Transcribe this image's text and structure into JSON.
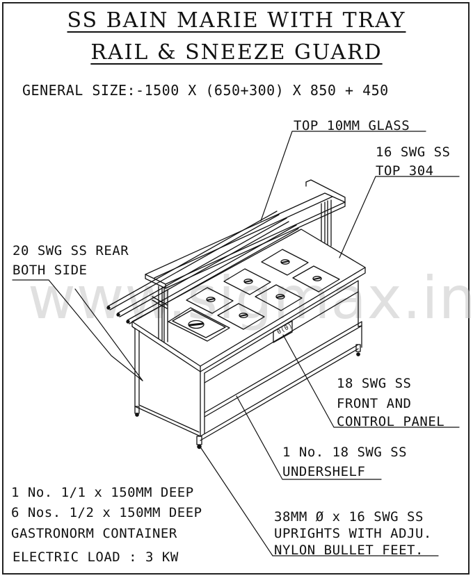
{
  "title": {
    "line1": "SS BAIN MARIE WITH TRAY",
    "line2": "RAIL & SNEEZE GUARD"
  },
  "general_size": "GENERAL SIZE:-1500 X (650+300) X 850 + 450",
  "labels": {
    "top_glass": "TOP 10MM GLASS",
    "top_ss_1": "16 SWG SS",
    "top_ss_2": "TOP 304",
    "rear_1": "20 SWG SS REAR",
    "rear_2": "BOTH SIDE",
    "front_1": "18 SWG SS",
    "front_2": "FRONT AND",
    "front_3": "CONTROL PANEL",
    "undershelf_1": "1 No. 18 SWG SS",
    "undershelf_2": "UNDERSHELF",
    "uprights_1": "38MM Ø x 16 SWG SS",
    "uprights_2": "UPRIGHTS WITH ADJU.",
    "uprights_3": "NYLON BULLET FEET."
  },
  "notes": {
    "line1": "1 No. 1/1 x 150MM DEEP",
    "line2": "6 Nos. 1/2 x 150MM DEEP",
    "line3": "GASTRONORM CONTAINER",
    "line4": "ELECTRIC LOAD : 3 KW"
  },
  "control_panel_text": "0(0)",
  "watermark": "www.sigmax.in"
}
